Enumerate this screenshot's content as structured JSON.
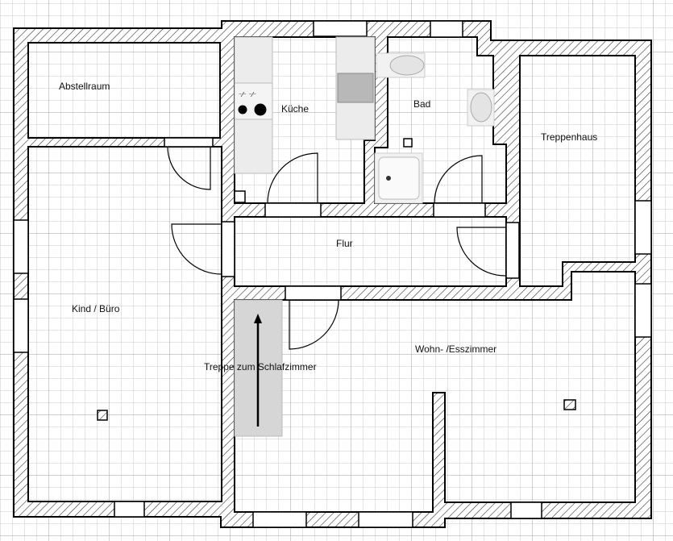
{
  "plan": {
    "rooms": [
      {
        "id": "abstellraum",
        "label": "Abstellraum"
      },
      {
        "id": "kueche",
        "label": "Küche"
      },
      {
        "id": "bad",
        "label": "Bad"
      },
      {
        "id": "treppenhaus",
        "label": "Treppenhaus"
      },
      {
        "id": "flur",
        "label": "Flur"
      },
      {
        "id": "kind-buero",
        "label": "Kind / Büro"
      },
      {
        "id": "treppe",
        "label": "Treppe zum Schlafzimmer"
      },
      {
        "id": "wohn-esszimmer",
        "label": "Wohn- /Esszimmer"
      }
    ]
  },
  "colors": {
    "wall_hatch": "#000000",
    "grid_fine": "#c8c8c8",
    "grid_major": "#a0a0a0",
    "stair_fill": "#d6d6d6"
  }
}
